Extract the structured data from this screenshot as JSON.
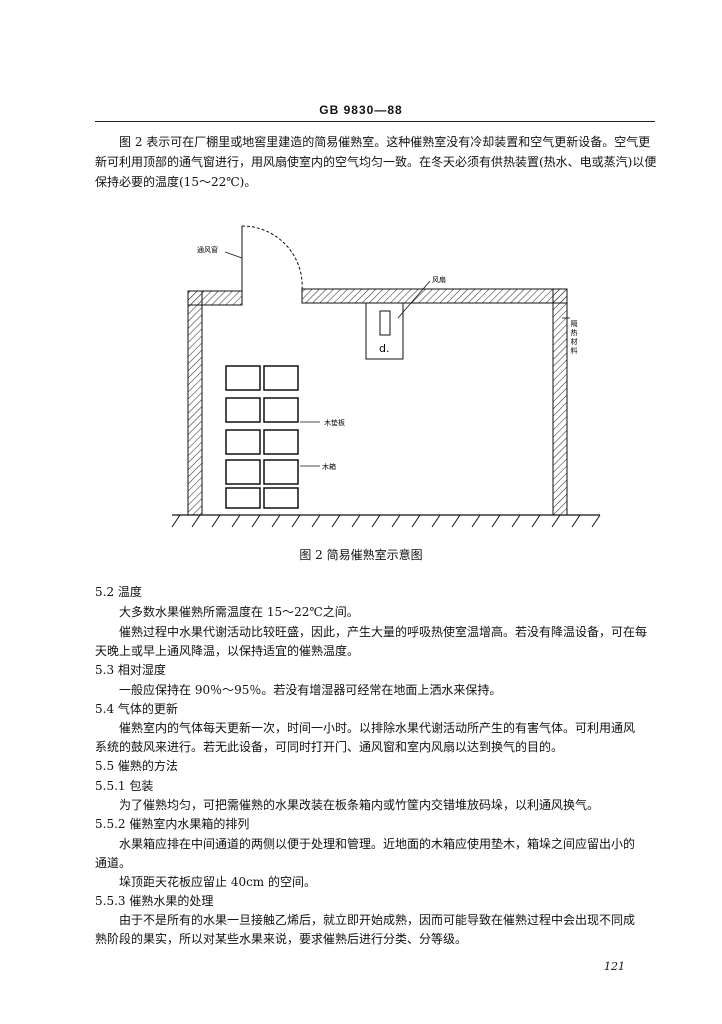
{
  "header": "GB 9830—88",
  "intro": "图 2 表示可在厂棚里或地窖里建造的简易催熟室。这种催熟室没有冷却装置和空气更新设备。空气更新可利用顶部的通气窗进行，用风扇使室内的空气均匀一致。在冬天必须有供热装置(热水、电或蒸汽)以便保持必要的温度(15～22℃)。",
  "figure": {
    "labels": {
      "vent": "通风窗",
      "fan": "风扇",
      "insulation": "隔热材料",
      "pad": "木垫板",
      "box": "木箱",
      "fan_mark": "d."
    },
    "caption": "图 2   简易催熟室示意图"
  },
  "sections": {
    "s52_title": "5.2   温度",
    "s52_p1": "大多数水果催熟所需温度在 15～22℃之间。",
    "s52_p2a": "催熟过程中水果代谢活动比较旺盛，因此，产生大量的呼吸热使室温增高。若没有降温设备，可在每",
    "s52_p2b": "天晚上或早上通风降温，以保持适宜的催熟温度。",
    "s53_title": "5.3   相对湿度",
    "s53_p1": "一般应保持在 90％～95％。若没有增湿器可经常在地面上洒水来保持。",
    "s54_title": "5.4   气体的更新",
    "s54_p1a": "催熟室内的气体每天更新一次，时间一小时。以排除水果代谢活动所产生的有害气体。可利用通风",
    "s54_p1b": "系统的鼓风来进行。若无此设备，可同时打开门、通风窗和室内风扇以达到换气的目的。",
    "s55_title": "5.5   催熟的方法",
    "s551_title": "5.5.1   包装",
    "s551_p1": "为了催熟均匀，可把需催熟的水果改装在板条箱内或竹筐内交错堆放码垛，以利通风换气。",
    "s552_title": "5.5.2   催熟室内水果箱的排列",
    "s552_p1a": "水果箱应排在中间通道的两侧以便于处理和管理。近地面的木箱应使用垫木，箱垛之间应留出小的",
    "s552_p1b": "通道。",
    "s552_p2": "垛顶距天花板应留止 40cm 的空间。",
    "s553_title": "5.5.3   催熟水果的处理",
    "s553_p1a": "由于不是所有的水果一旦接触乙烯后，就立即开始成熟，因而可能导致在催熟过程中会出现不同成",
    "s553_p1b": "熟阶段的果实，所以对某些水果来说，要求催熟后进行分类、分等级。"
  },
  "page_number": "121"
}
